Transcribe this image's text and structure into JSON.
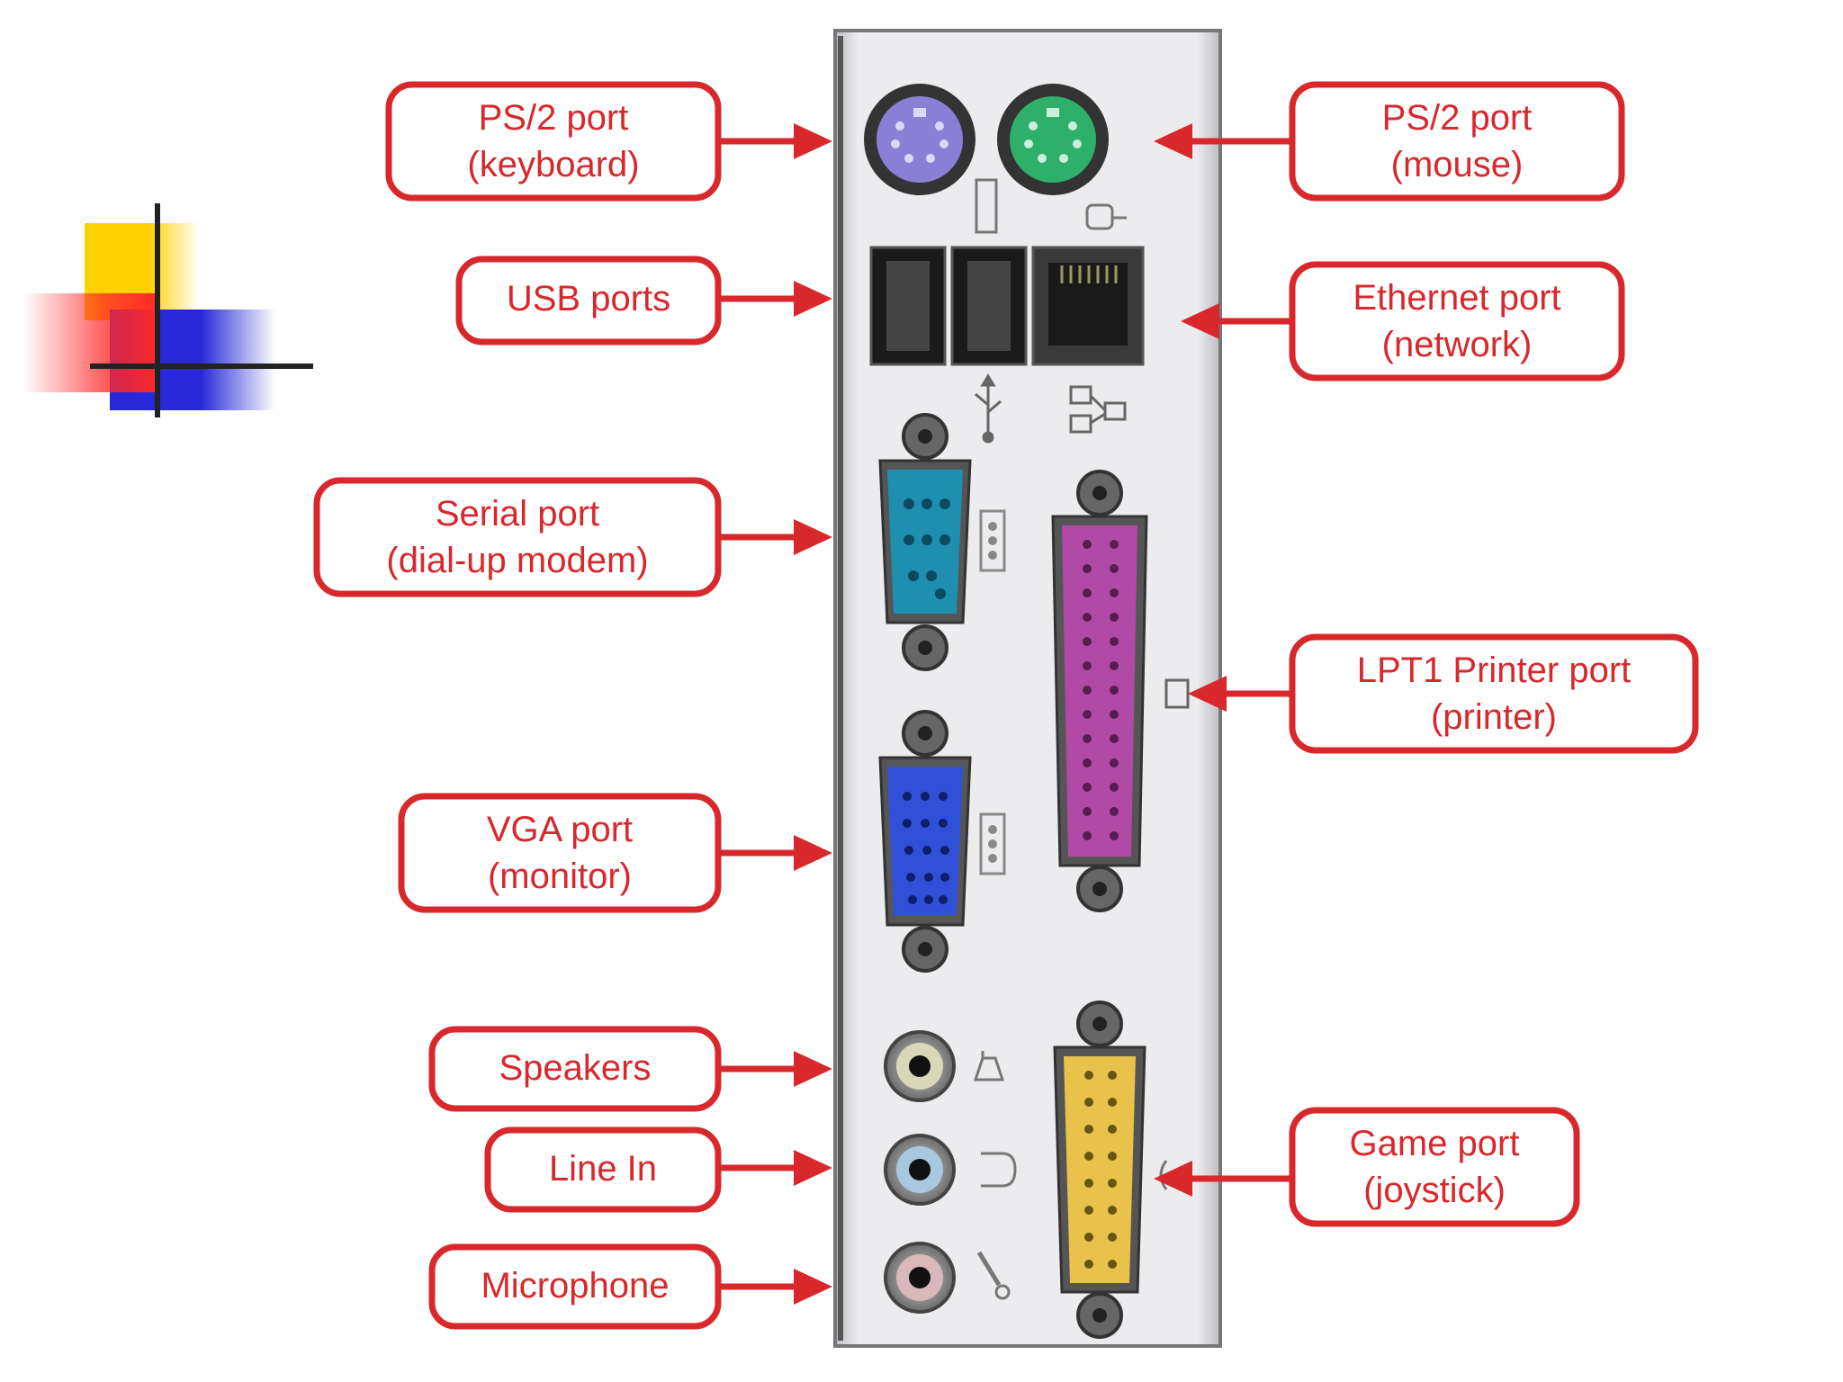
{
  "colors": {
    "callout_red": "#d8282c",
    "panel": "#e9e9ec",
    "ps2_keyboard": "#8a7fd6",
    "ps2_mouse": "#2fb06a",
    "serial": "#1f8fb0",
    "vga": "#2f4fd6",
    "parallel": "#b04aa6",
    "game": "#e8c24a"
  },
  "logo": {
    "icon": "slide-logo-icon"
  },
  "callouts": {
    "ps2_keyboard": {
      "line1": "PS/2 port",
      "line2": "(keyboard)"
    },
    "ps2_mouse": {
      "line1": "PS/2 port",
      "line2": "(mouse)"
    },
    "usb": {
      "line1": "USB ports"
    },
    "ethernet": {
      "line1": "Ethernet port",
      "line2": "(network)"
    },
    "serial": {
      "line1": "Serial port",
      "line2": "(dial-up modem)"
    },
    "lpt1": {
      "line1": "LPT1 Printer port",
      "line2": "(printer)"
    },
    "vga": {
      "line1": "VGA port",
      "line2": "(monitor)"
    },
    "speakers": {
      "line1": "Speakers"
    },
    "line_in": {
      "line1": "Line In"
    },
    "microphone": {
      "line1": "Microphone"
    },
    "game": {
      "line1": "Game port",
      "line2": "(joystick)"
    }
  }
}
